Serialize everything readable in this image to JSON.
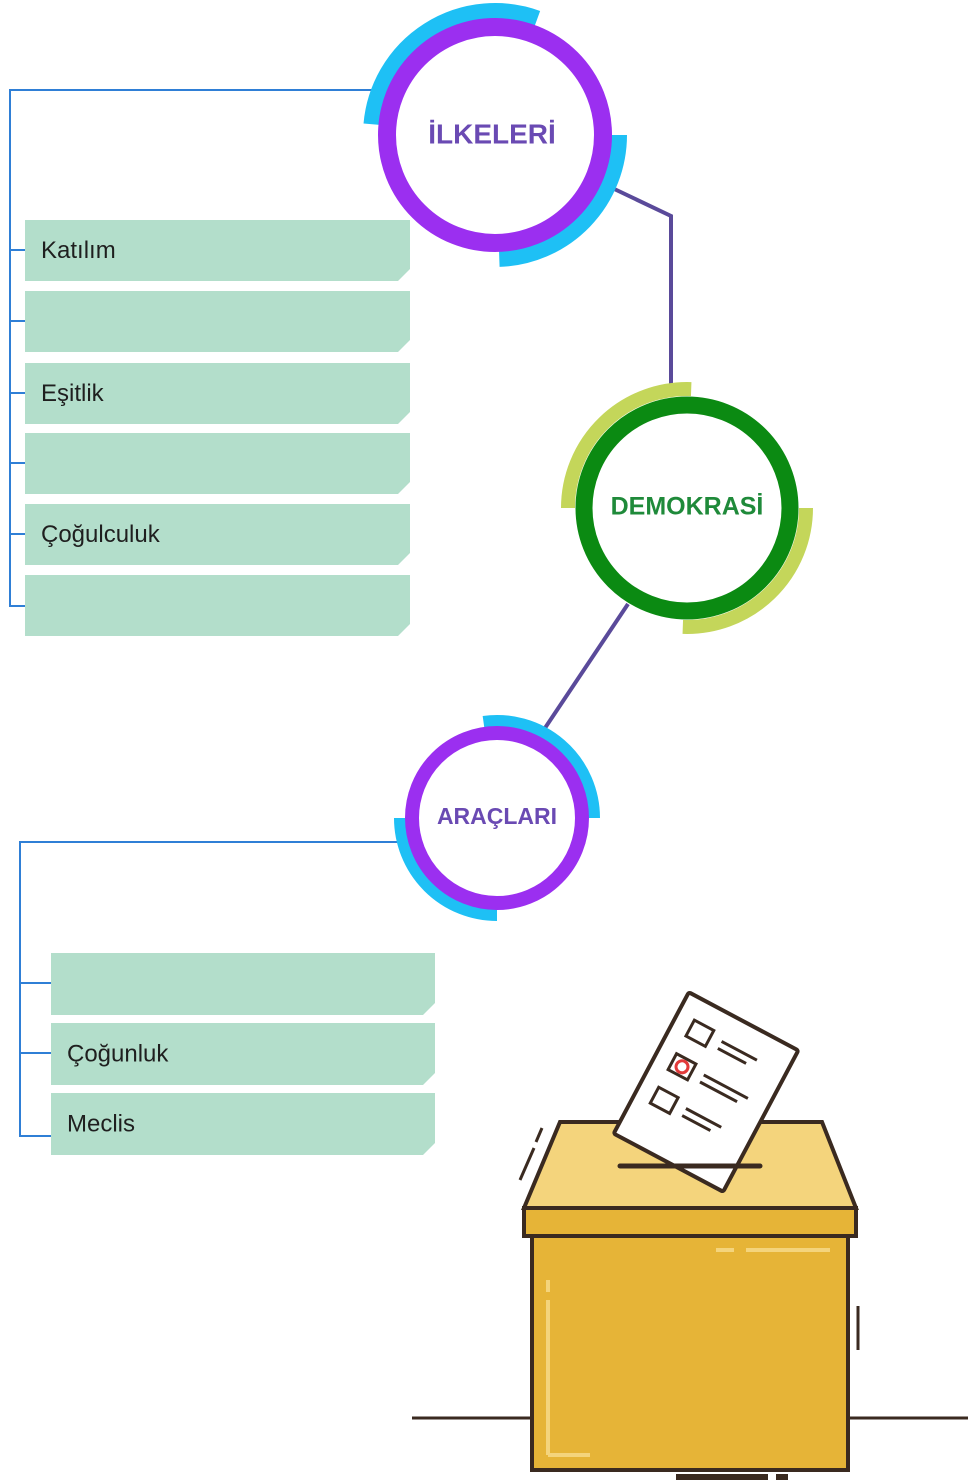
{
  "colors": {
    "accent_purple": "#9b2ff0",
    "accent_cyan": "#1ec0f5",
    "accent_green": "#0b8a12",
    "accent_lime": "#c4d65a",
    "connector": "#5a4a9a",
    "bracket": "#2f7fd6",
    "box_fill": "#b3decb",
    "text_purple": "#6a4ab3",
    "text_green": "#1f8a3a",
    "ballot_box": "#e6b437",
    "ballot_lid": "#f4d47c",
    "ballot_outline": "#3a2a20"
  },
  "nodes": {
    "principles": {
      "label": "İLKELERİ"
    },
    "democracy": {
      "label": "DEMOKRASİ"
    },
    "tools": {
      "label": "ARAÇLARI"
    }
  },
  "principles_items": [
    {
      "label": "Katılım"
    },
    {
      "label": ""
    },
    {
      "label": "Eşitlik"
    },
    {
      "label": ""
    },
    {
      "label": "Çoğulculuk"
    },
    {
      "label": ""
    }
  ],
  "tools_items": [
    {
      "label": ""
    },
    {
      "label": "Çoğunluk"
    },
    {
      "label": "Meclis"
    }
  ],
  "illustration": {
    "icon": "ballot-box-icon"
  }
}
